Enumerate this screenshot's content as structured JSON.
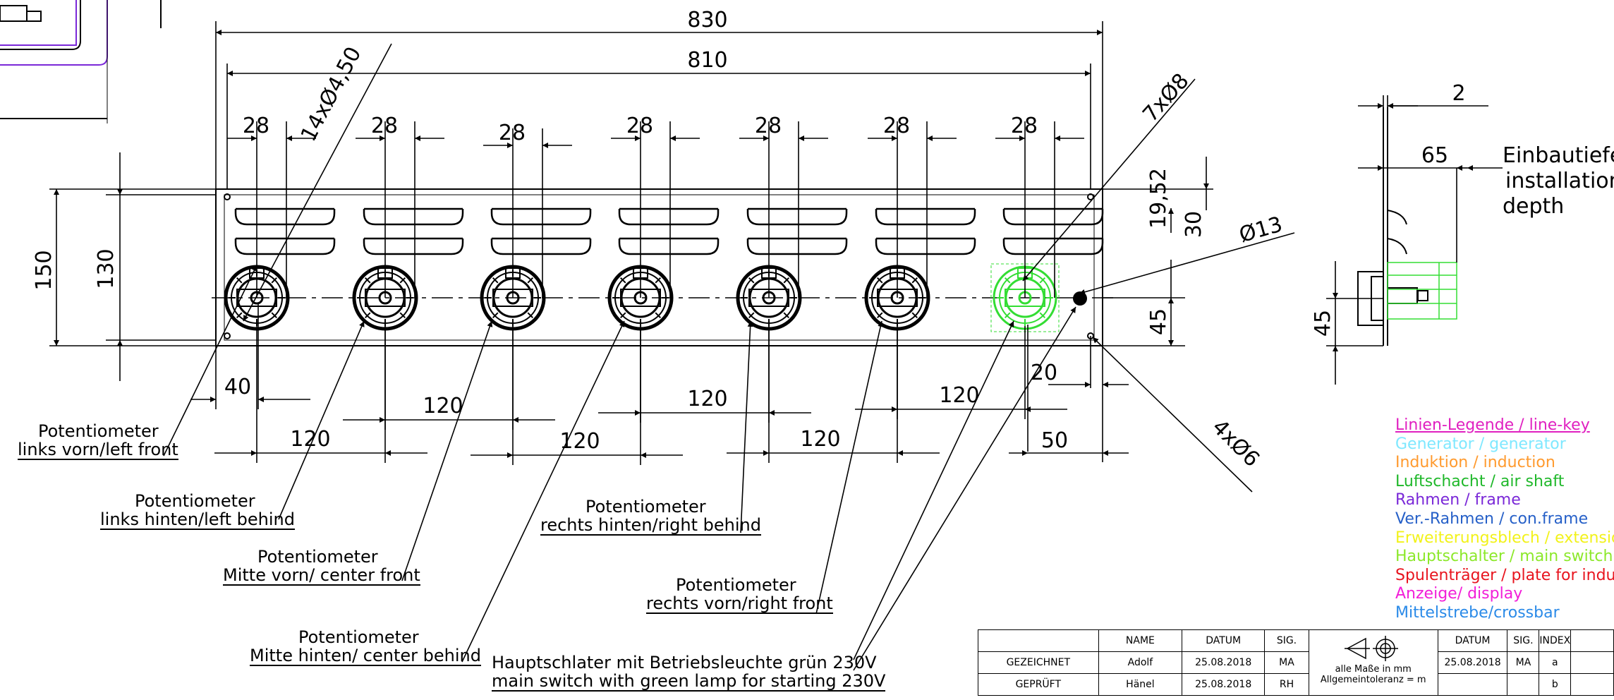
{
  "dimensions": {
    "overall_width": "830",
    "inner_width": "810",
    "spacing_28": "28",
    "hole_note_14": "14xØ4,50",
    "hole_note_7": "7xØ8",
    "hole_note_4": "4xØ6",
    "dia_13": "Ø13",
    "height_150": "150",
    "height_130": "130",
    "dim_19_52": "19,52",
    "dim_30": "30",
    "dim_45": "45",
    "dim_40": "40",
    "dim_120": "120",
    "dim_20": "20",
    "dim_50": "50",
    "side_2": "2",
    "side_65": "65",
    "side_45": "45",
    "install_depth_de": "Einbautiefe",
    "install_depth_en1": "installation",
    "install_depth_en2": "depth"
  },
  "callouts": {
    "pot_left_front_1": "Potentiometer",
    "pot_left_front_2": "links vorn/left front",
    "pot_left_behind_1": "Potentiometer",
    "pot_left_behind_2": "links hinten/left behind",
    "pot_center_front_1": "Potentiometer",
    "pot_center_front_2": "Mitte vorn/ center front",
    "pot_center_behind_1": "Potentiometer",
    "pot_center_behind_2": "Mitte hinten/ center behind",
    "pot_right_behind_1": "Potentiometer",
    "pot_right_behind_2": "rechts hinten/right behind",
    "pot_right_front_1": "Potentiometer",
    "pot_right_front_2": "rechts vorn/right front",
    "main_switch_de": "Hauptschlater mit Betriebsleuchte grün 230V",
    "main_switch_en": "main switch with green lamp for starting 230V"
  },
  "legend": {
    "items": [
      {
        "text": "Linien-Legende / line-key",
        "color": "#e020c0"
      },
      {
        "text": "Generator / generator",
        "color": "#7fe8ff"
      },
      {
        "text": "Induktion / induction",
        "color": "#ff9a2e"
      },
      {
        "text": "Luftschacht / air shaft",
        "color": "#1fb82a"
      },
      {
        "text": "Rahmen / frame",
        "color": "#7a28d8"
      },
      {
        "text": "Ver.-Rahmen / con.frame",
        "color": "#2660c8"
      },
      {
        "text": "Erweiterungsblech / extensio",
        "color": "#f2f21a"
      },
      {
        "text": "Hauptschalter / main switch",
        "color": "#8ce82a"
      },
      {
        "text": "Spulenträger / plate for indu",
        "color": "#e8141e"
      },
      {
        "text": "Anzeige/ display",
        "color": "#f21ed8"
      },
      {
        "text": "Mittelstrebe/crossbar",
        "color": "#2a8ae8"
      }
    ]
  },
  "title_block": {
    "h_name": "NAME",
    "h_datum": "DATUM",
    "h_sig": "SIG.",
    "r1_label": "GEZEICHNET",
    "r1_name": "Adolf",
    "r1_date": "25.08.2018",
    "r1_sig": "MA",
    "r2_label": "GEPRÜFT",
    "r2_name": "Hänel",
    "r2_date": "25.08.2018",
    "r2_sig": "RH",
    "note_1": "alle Maße in mm",
    "note_2": "Allgemeintoleranz = m",
    "rev_h_datum": "DATUM",
    "rev_h_sig": "SIG.",
    "rev_h_index": "INDEX",
    "rev1_date": "25.08.2018",
    "rev1_sig": "MA",
    "rev1_index": "a",
    "rev2_index": "b"
  }
}
